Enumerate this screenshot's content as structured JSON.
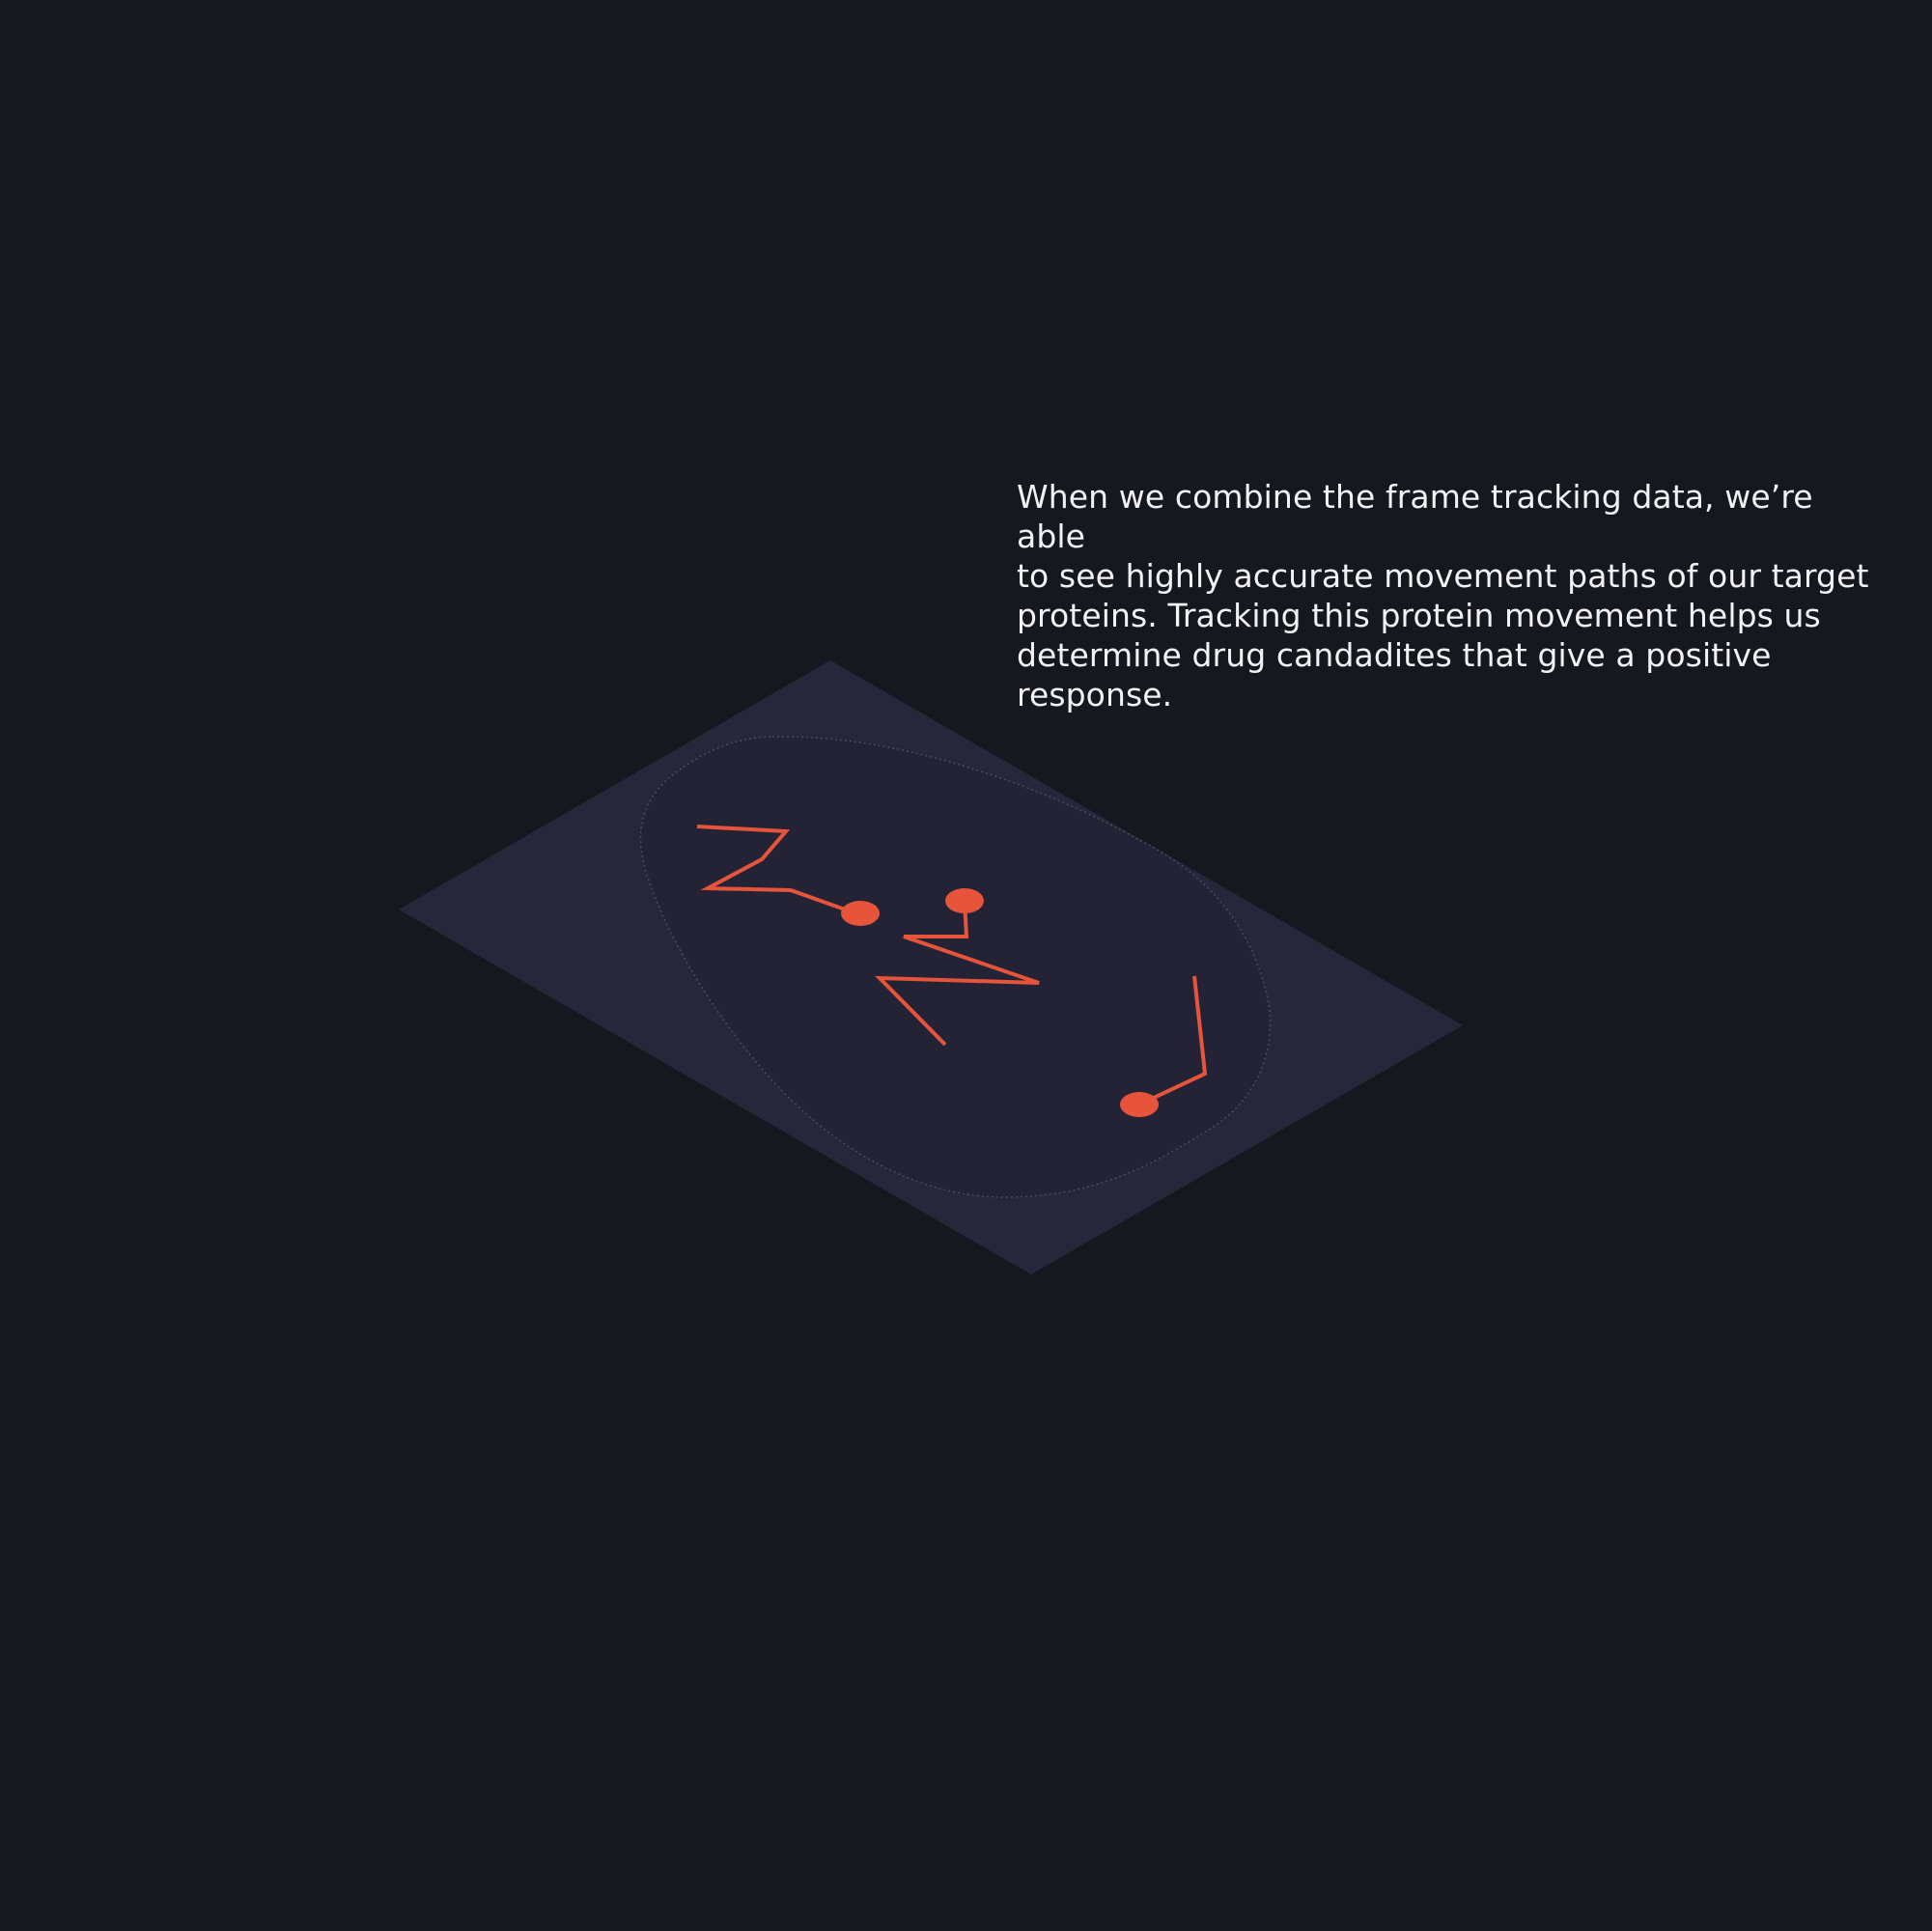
{
  "caption": {
    "line_1": "When we combine the frame tracking data, we’re able",
    "line_2": "to see highly accurate movement paths of our target",
    "line_3": "proteins. Tracking this protein movement helps us",
    "line_4": "determine drug candadites that give a positive",
    "line_5": "response."
  },
  "colors": {
    "background": "#161820",
    "plane": "#27273b",
    "cell": "#242336",
    "cell_outline": "#4a4a63",
    "track": "#e5543b",
    "text": "#f2f2f4"
  },
  "icons": {
    "plane": "isometric-slide-plane",
    "cell": "cell-outline",
    "tracks": "protein-movement-path",
    "markers": "protein-position-dot"
  }
}
